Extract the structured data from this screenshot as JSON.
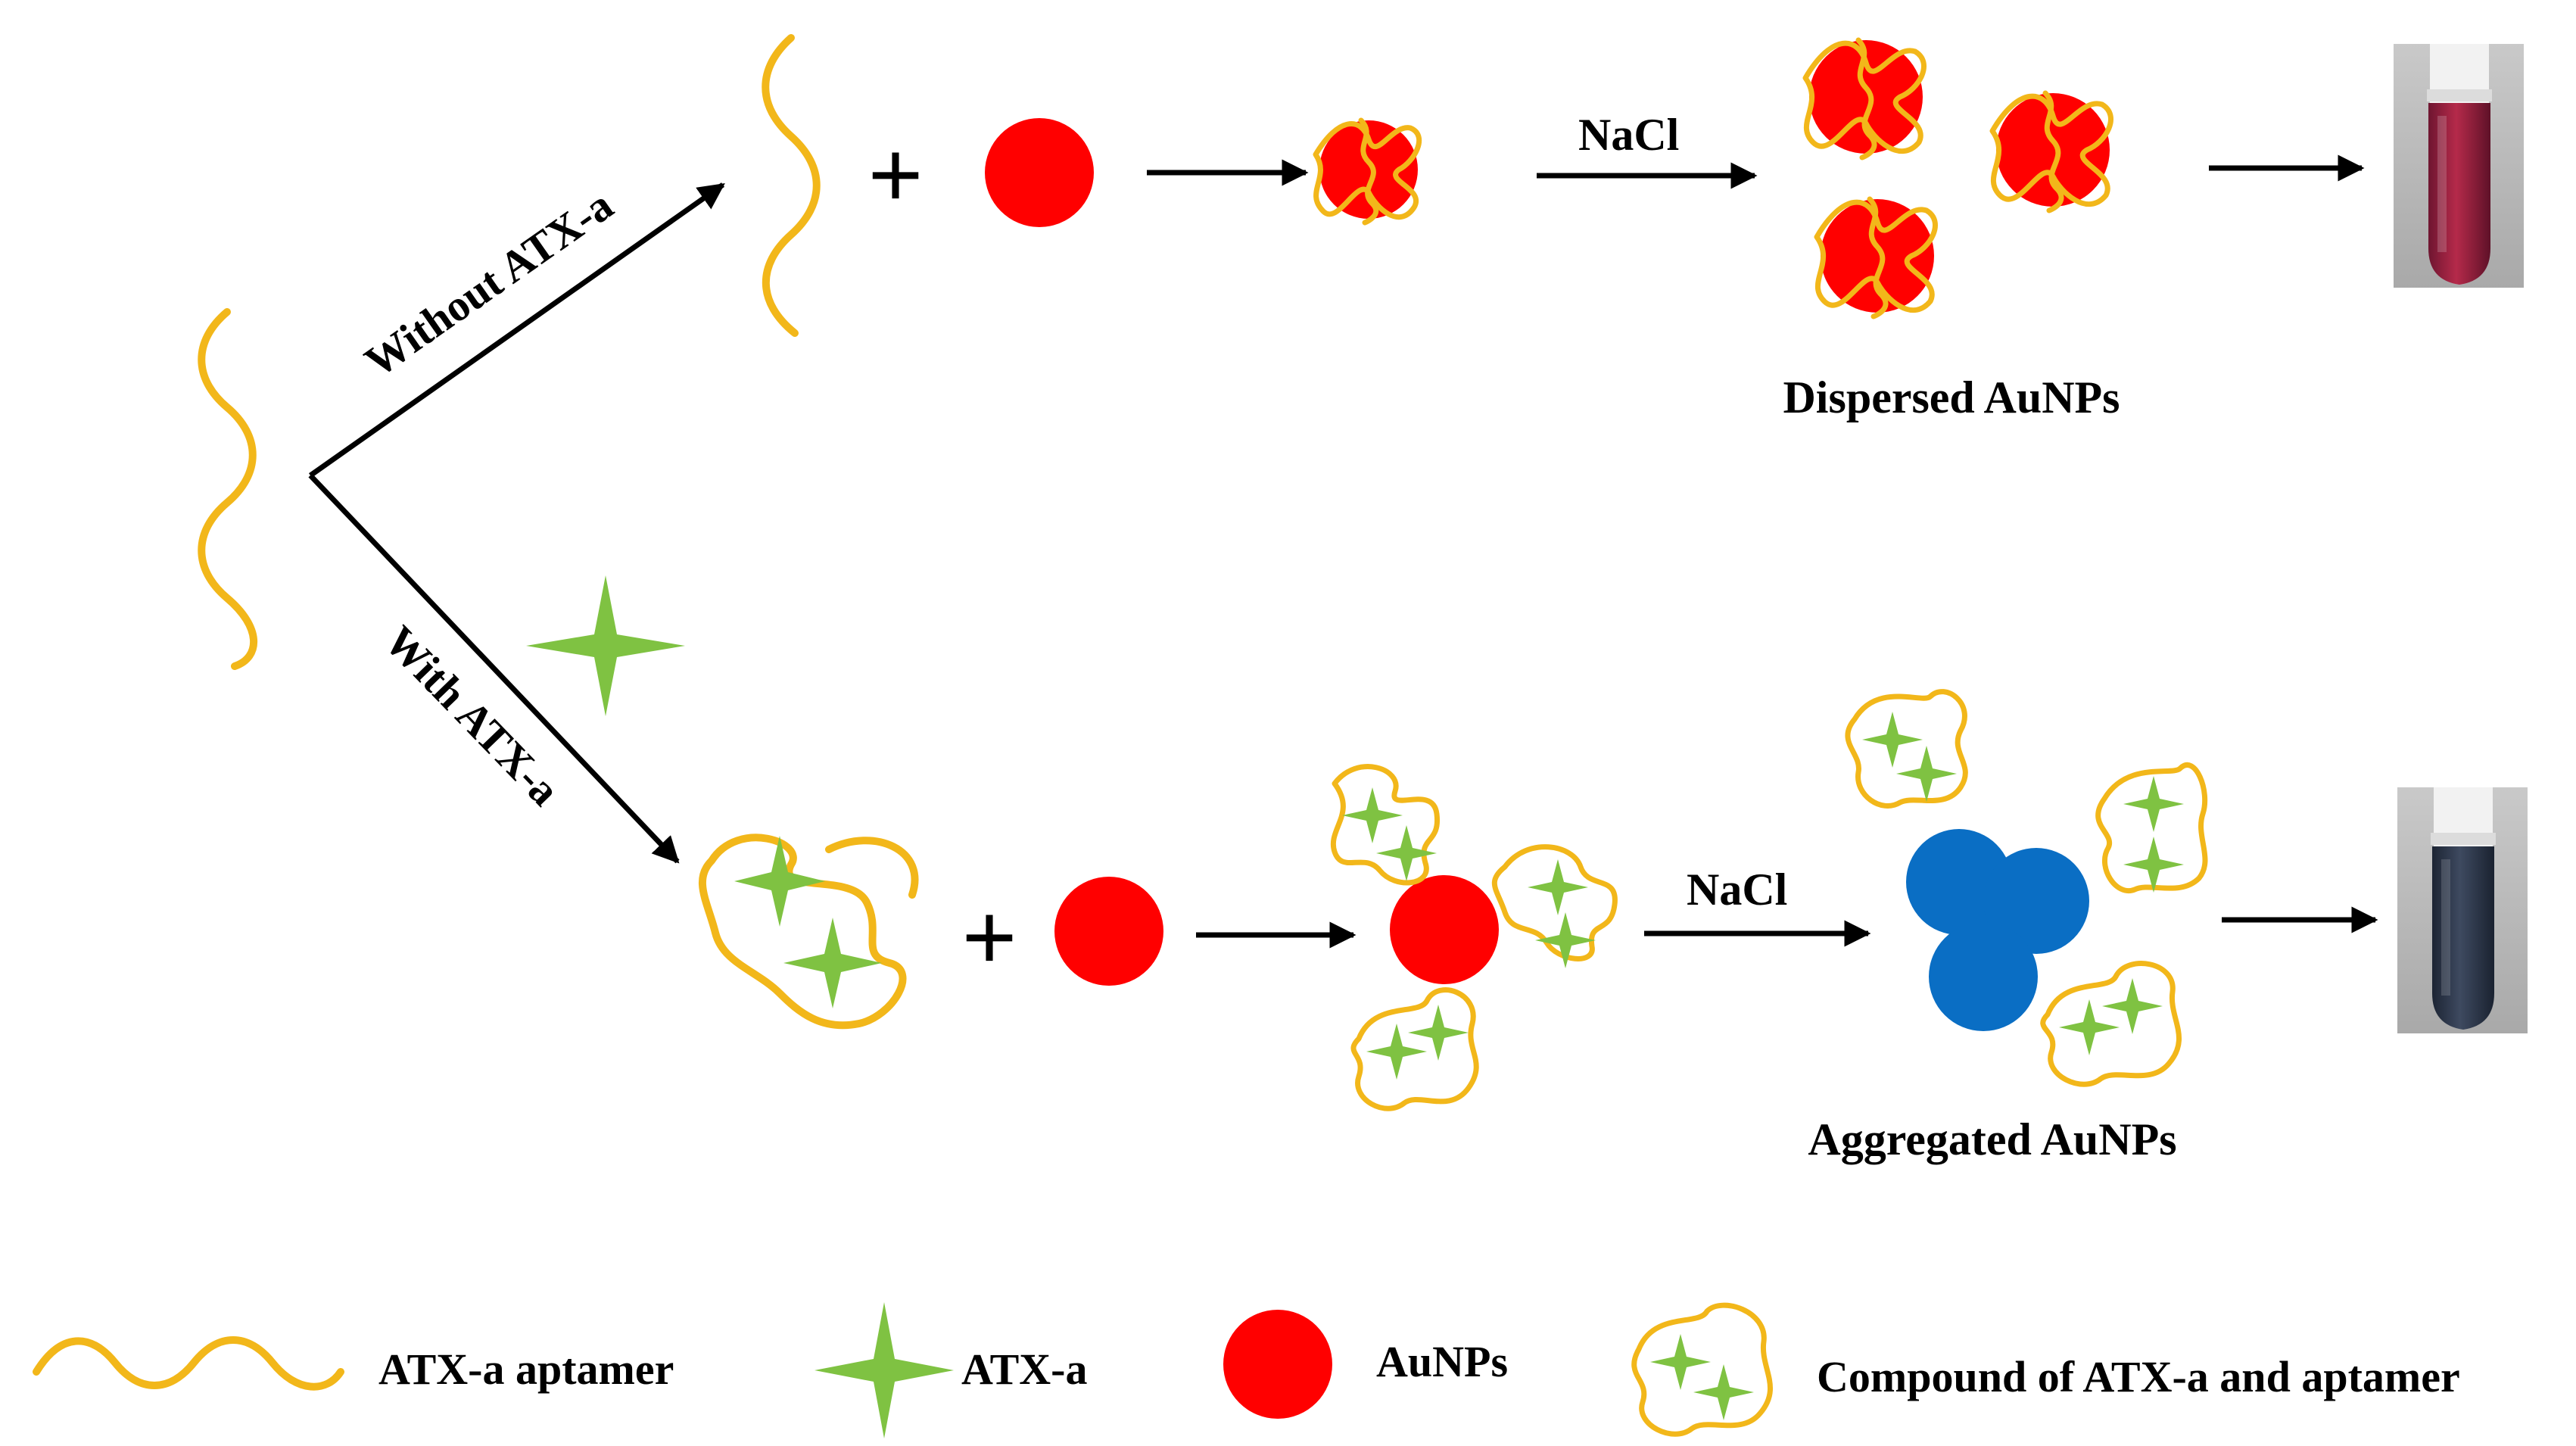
{
  "colors": {
    "aptamer": "#F2B71A",
    "atx": "#7FC242",
    "aunp": "#FF0000",
    "aggregated": "#0A6EC4",
    "red_solution": "#9E1F3E",
    "blue_solution": "#2C3648"
  },
  "branches": {
    "top_label": "Without ATX-a",
    "bottom_label": "With ATX-a"
  },
  "reagents": {
    "nacl_top": "NaCl",
    "nacl_bottom": "NaCl",
    "plus_top": "+",
    "plus_bottom": "+"
  },
  "results": {
    "dispersed": "Dispersed AuNPs",
    "aggregated": "Aggregated AuNPs"
  },
  "legend": {
    "aptamer": "ATX-a aptamer",
    "atx": "ATX-a",
    "aunps": "AuNPs",
    "compound": "Compound of ATX-a and aptamer"
  }
}
